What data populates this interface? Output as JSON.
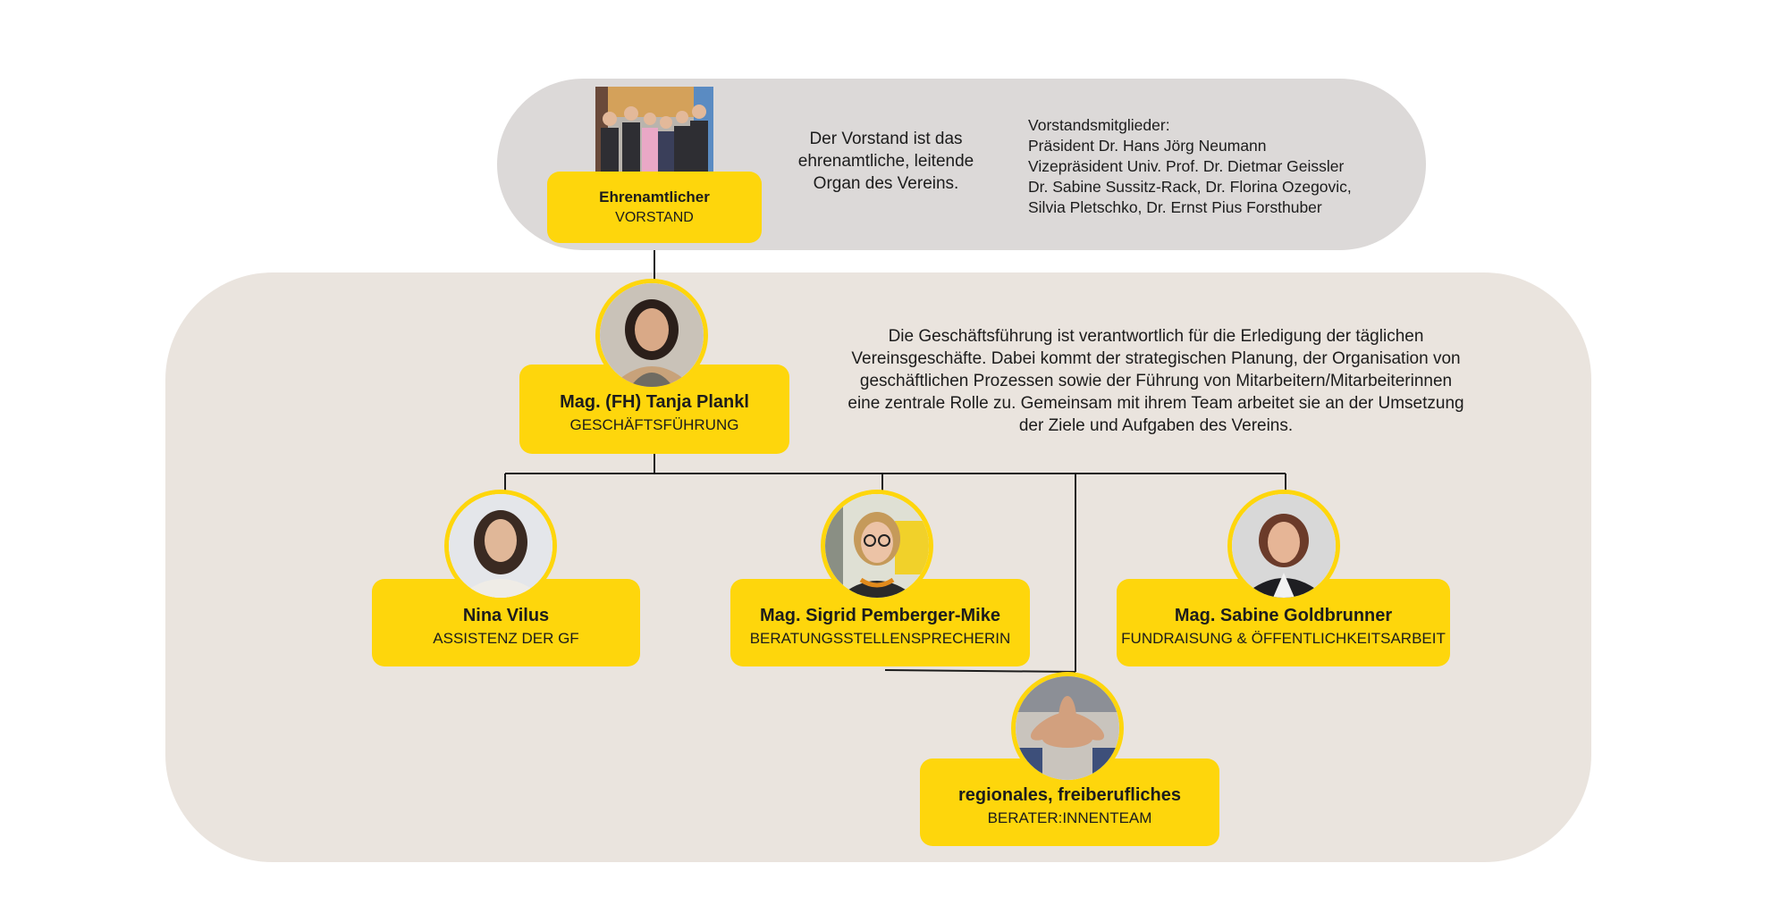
{
  "board": {
    "title": "Ehrenamtlicher",
    "subtitle": "VORSTAND",
    "description_lines": [
      "Der Vorstand ist das",
      "ehrenamtliche, leitende",
      "Organ des Vereins."
    ],
    "members_lines": [
      "Vorstandsmitglieder:",
      "Präsident Dr. Hans Jörg Neumann",
      "Vizepräsident Univ. Prof. Dr. Dietmar Geissler",
      "Dr. Sabine Sussitz-Rack, Dr. Florina Ozegovic,",
      "Silvia Pletschko, Dr. Ernst Pius Forsthuber"
    ]
  },
  "management": {
    "name": "Mag. (FH) Tanja Plankl",
    "role": "GESCHÄFTSFÜHRUNG",
    "description_lines": [
      "Die Geschäftsführung ist verantwortlich für die Erledigung der täglichen",
      "Vereinsgeschäfte. Dabei kommt der strategischen Planung, der Organisation von",
      "geschäftlichen Prozessen sowie der Führung von Mitarbeitern/Mitarbeiterinnen",
      "eine zentrale Rolle zu. Gemeinsam mit ihrem Team arbeitet sie an der Umsetzung",
      "der Ziele und Aufgaben des Vereins."
    ]
  },
  "staff": [
    {
      "name": "Nina Vilus",
      "role": "ASSISTENZ DER GF"
    },
    {
      "name": "Mag. Sigrid Pemberger-Mike",
      "role": "BERATUNGSSTELLENSPRECHERIN"
    },
    {
      "name": "Mag. Sabine Goldbrunner",
      "role": "FUNDRAISUNG & ÖFFENTLICHKEITSARBEIT"
    }
  ],
  "team": {
    "name": "regionales, freiberufliches",
    "role": "BERATER:INNENTEAM"
  },
  "colors": {
    "card": "#fed60c",
    "board_panel": "#dcd9d8",
    "main_panel": "#eae4de",
    "line": "#1c1c1c"
  }
}
